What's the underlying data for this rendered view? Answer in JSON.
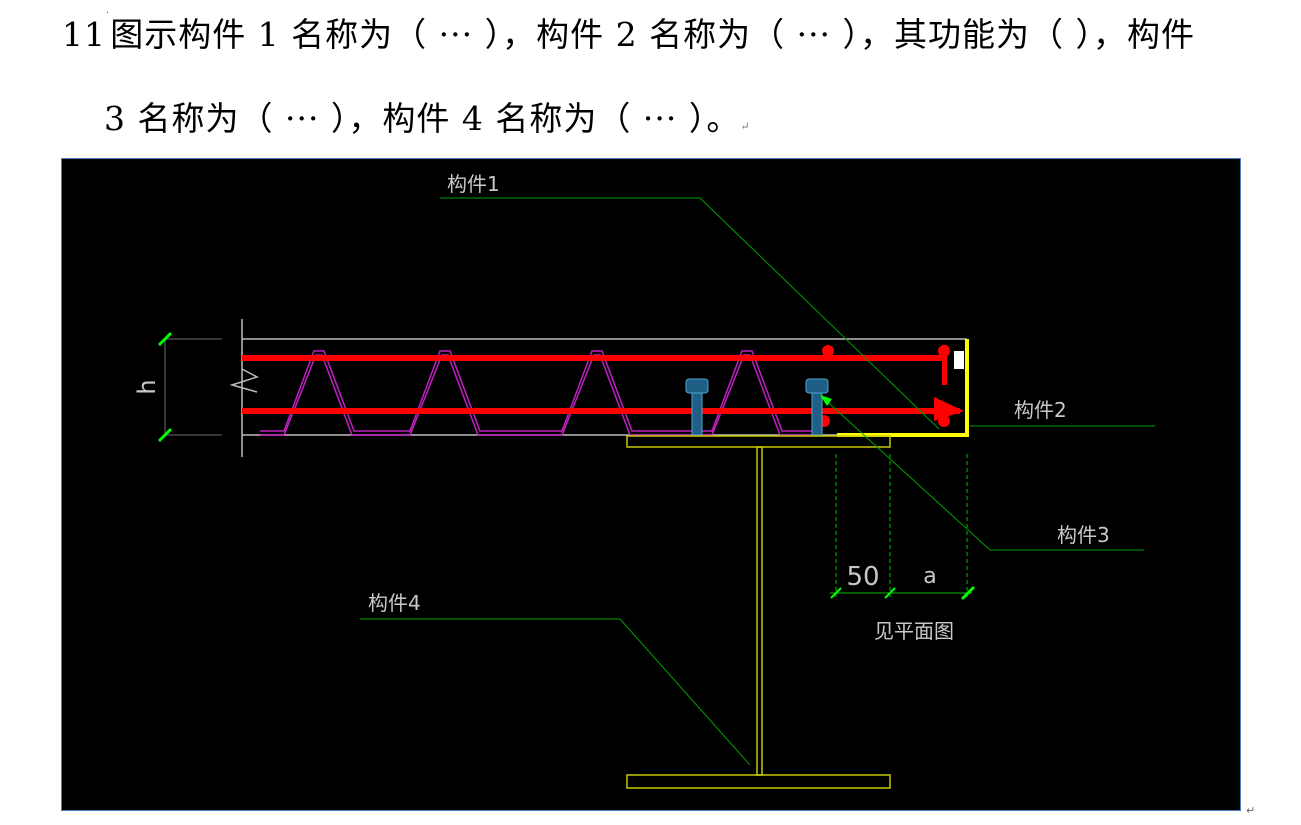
{
  "question": {
    "number": "11",
    "line1": "图示构件 1 名称为（ ··· ），构件 2 名称为（ ··· ），其功能为（ ），构件",
    "line2": "3 名称为（ ··· ），构件 4 名称为（ ··· ）。"
  },
  "drawing": {
    "labels": {
      "part1": "构件1",
      "part2": "构件2",
      "part3": "构件3",
      "part4": "构件4",
      "dim_h": "h",
      "dim_50": "50",
      "dim_a": "a",
      "plan_note": "见平面图"
    },
    "colors": {
      "background": "#000000",
      "rebar": "#ff0000",
      "deck": "#c020c0",
      "steel_beam": "#c8c800",
      "edge_plate": "#ffff00",
      "leader": "#00a000",
      "stud": "#2a6fa0",
      "dimension_tick": "#00ff00"
    }
  }
}
